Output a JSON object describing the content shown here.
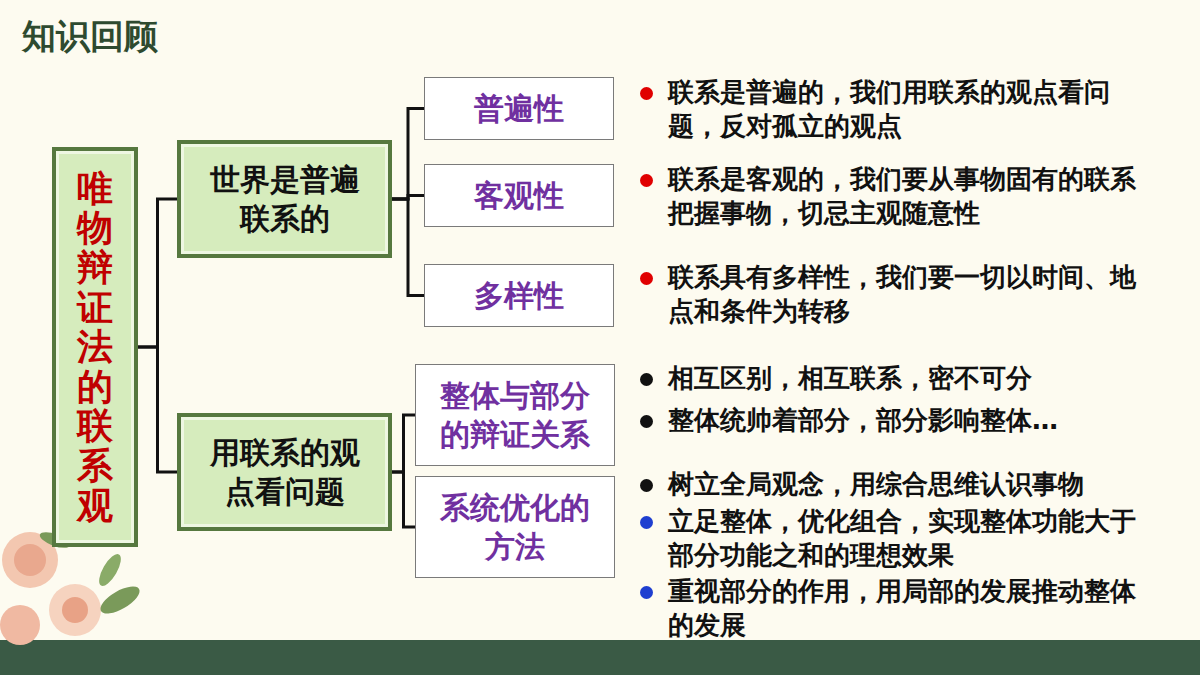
{
  "diagram": {
    "title": "知识回顾",
    "nodes": [
      {
        "text": [
          "唯物辩证法的联系观"
        ]
      },
      {
        "text": [
          "世界是普遍联系的"
        ]
      },
      {
        "text": [
          "普遍性"
        ]
      },
      {
        "text": [
          "客观性"
        ]
      },
      {
        "text": [
          "多样性"
        ]
      },
      {
        "text": [
          "用联系的观点看问题"
        ]
      },
      {
        "text": [
          "整体与部分的辩证关系"
        ]
      },
      {
        "text": [
          "系统优化的方法"
        ]
      }
    ],
    "edges": [
      {
        "from": 0,
        "to": 1,
        "arrow": "none"
      },
      {
        "from": 0,
        "to": 5,
        "arrow": "none"
      },
      {
        "from": 1,
        "to": 2,
        "arrow": "none"
      },
      {
        "from": 1,
        "to": 3,
        "arrow": "none"
      },
      {
        "from": 1,
        "to": 4,
        "arrow": "none"
      },
      {
        "from": 5,
        "to": 6,
        "arrow": "none"
      },
      {
        "from": 5,
        "to": 7,
        "arrow": "none"
      }
    ],
    "labels": [
      "联系是普遍的，我们用联系的观点看问题，反对孤立的观点",
      "联系是客观的，我们要从事物固有的联系把握事物，切忌主观随意性",
      "联系具有多样性，我们要一切以时间、地点和条件为转移",
      "相互区别，相互联系，密不可分",
      "整体统帅着部分，部分影响整体…",
      "树立全局观念，用综合思维认识事物",
      "立足整体，优化组合，实现整体功能大于部分功能之和的理想效果",
      "重视部分的作用，用局部的发展推动整体的发展"
    ]
  }
}
